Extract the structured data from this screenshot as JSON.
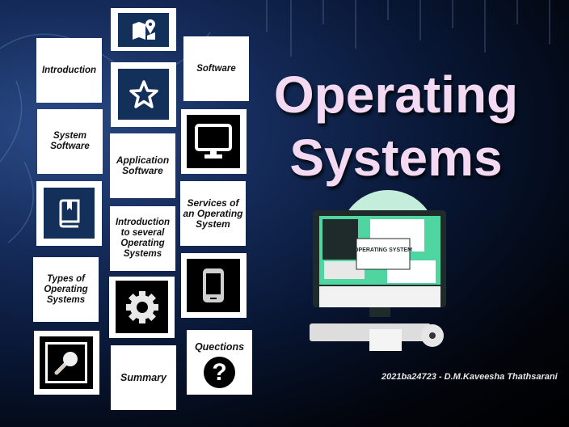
{
  "slide": {
    "title_line1": "Operating",
    "title_line2": "Systems",
    "author": "2021ba24723 - D.M.Kaveesha Thathsarani",
    "illustration_text": "OPERATING SYSTEM"
  },
  "tiles": {
    "introduction": "Introduction",
    "software": "Software",
    "system_software": "System Software",
    "application_software": "Application Software",
    "services": "Services of an Operating System",
    "intro_several": "Introduction to several Operating Systems",
    "types": "Types of Operating Systems",
    "summary": "Summary",
    "questions": "Quections"
  },
  "icons": [
    "map-icon",
    "star-icon",
    "monitor-icon",
    "book-icon",
    "gear-icon",
    "phone-icon",
    "magnifier-icon",
    "question-icon"
  ],
  "colors": {
    "title": "#f3daf2",
    "tile_navy": "#12305a",
    "background": "#000000"
  }
}
